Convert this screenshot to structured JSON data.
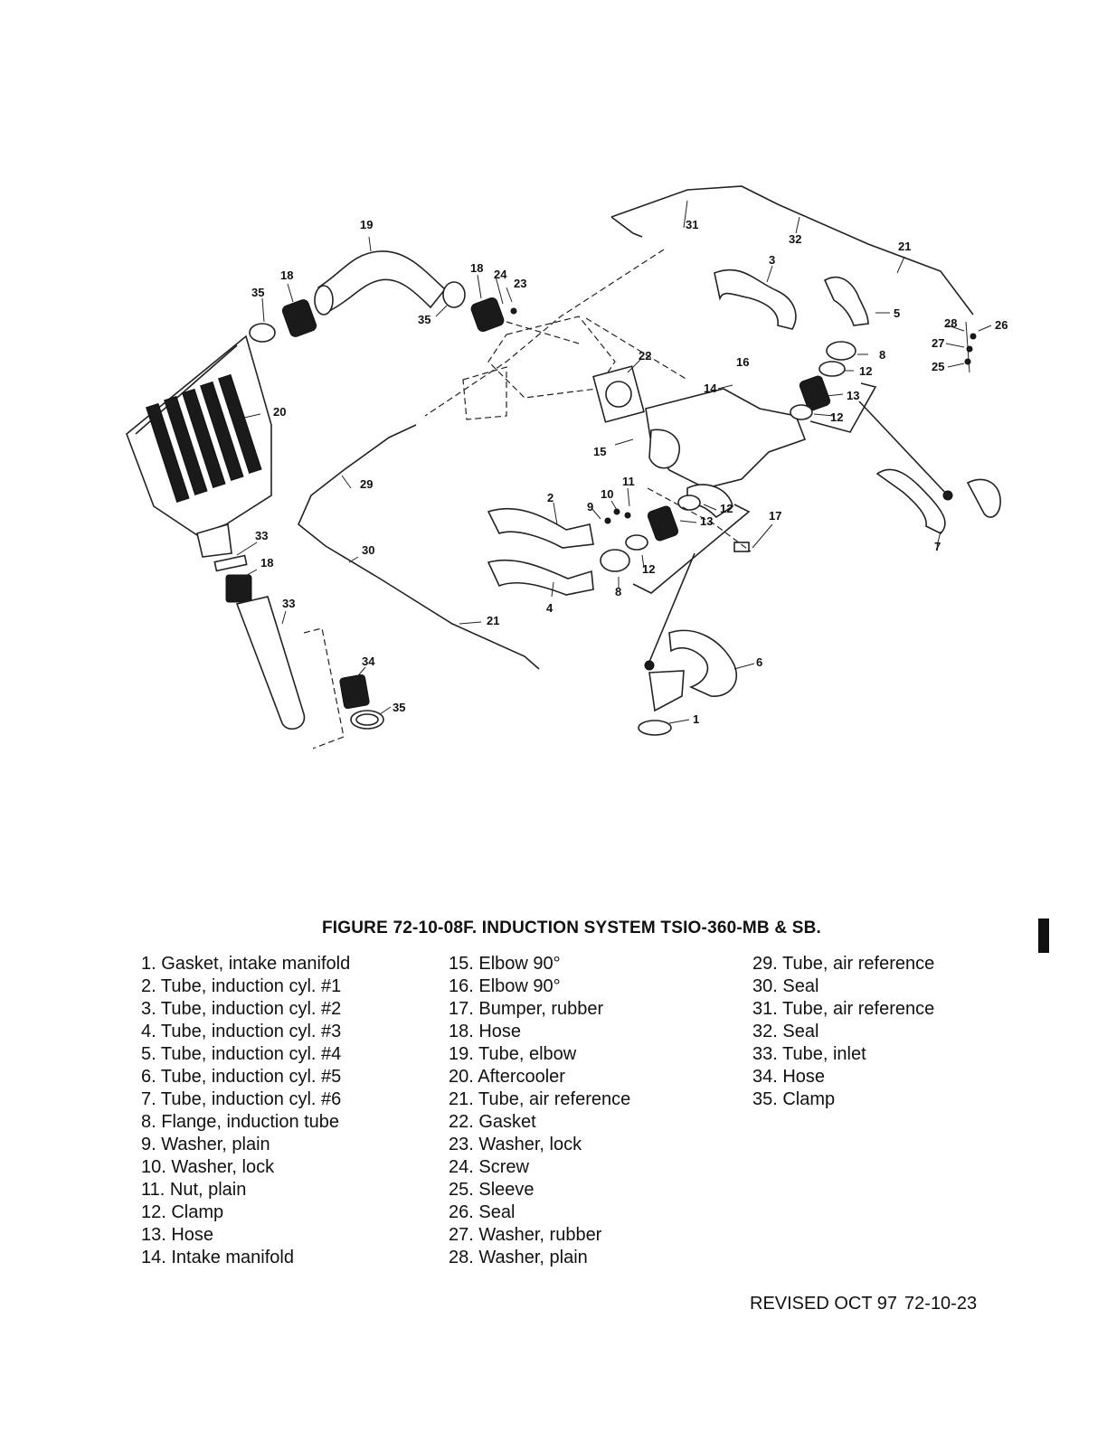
{
  "figure_title": "FIGURE 72-10-08F. INDUCTION SYSTEM TSIO-360-MB & SB.",
  "callouts": [
    "1",
    "2",
    "3",
    "4",
    "5",
    "6",
    "7",
    "8",
    "8",
    "9",
    "10",
    "11",
    "12",
    "12",
    "12",
    "12",
    "13",
    "13",
    "14",
    "15",
    "16",
    "17",
    "18",
    "18",
    "18",
    "19",
    "20",
    "21",
    "21",
    "22",
    "23",
    "24",
    "25",
    "26",
    "27",
    "28",
    "29",
    "30",
    "31",
    "32",
    "33",
    "33",
    "34",
    "35",
    "35",
    "35"
  ],
  "parts_list": {
    "col1": [
      "1. Gasket, intake manifold",
      "2. Tube, induction cyl. #1",
      "3. Tube, induction cyl. #2",
      "4. Tube, induction cyl. #3",
      "5. Tube, induction cyl. #4",
      "6. Tube, induction cyl. #5",
      "7. Tube, induction cyl. #6",
      "8. Flange, induction tube",
      "9. Washer, plain",
      "10. Washer, lock",
      "11. Nut, plain",
      "12. Clamp",
      "13. Hose",
      "14. Intake manifold"
    ],
    "col2": [
      "15. Elbow 90°",
      "16. Elbow 90°",
      "17. Bumper, rubber",
      "18. Hose",
      "19. Tube, elbow",
      "20. Aftercooler",
      "21. Tube, air reference",
      "22. Gasket",
      "23. Washer, lock",
      "24. Screw",
      "25. Sleeve",
      "26. Seal",
      "27. Washer, rubber",
      "28. Washer, plain"
    ],
    "col3": [
      "29. Tube, air reference",
      "30. Seal",
      "31. Tube, air reference",
      "32. Seal",
      "33. Tube, inlet",
      "34. Hose",
      "35. Clamp"
    ]
  },
  "footer": {
    "revision": "REVISED OCT 97",
    "page": "72-10-23"
  }
}
